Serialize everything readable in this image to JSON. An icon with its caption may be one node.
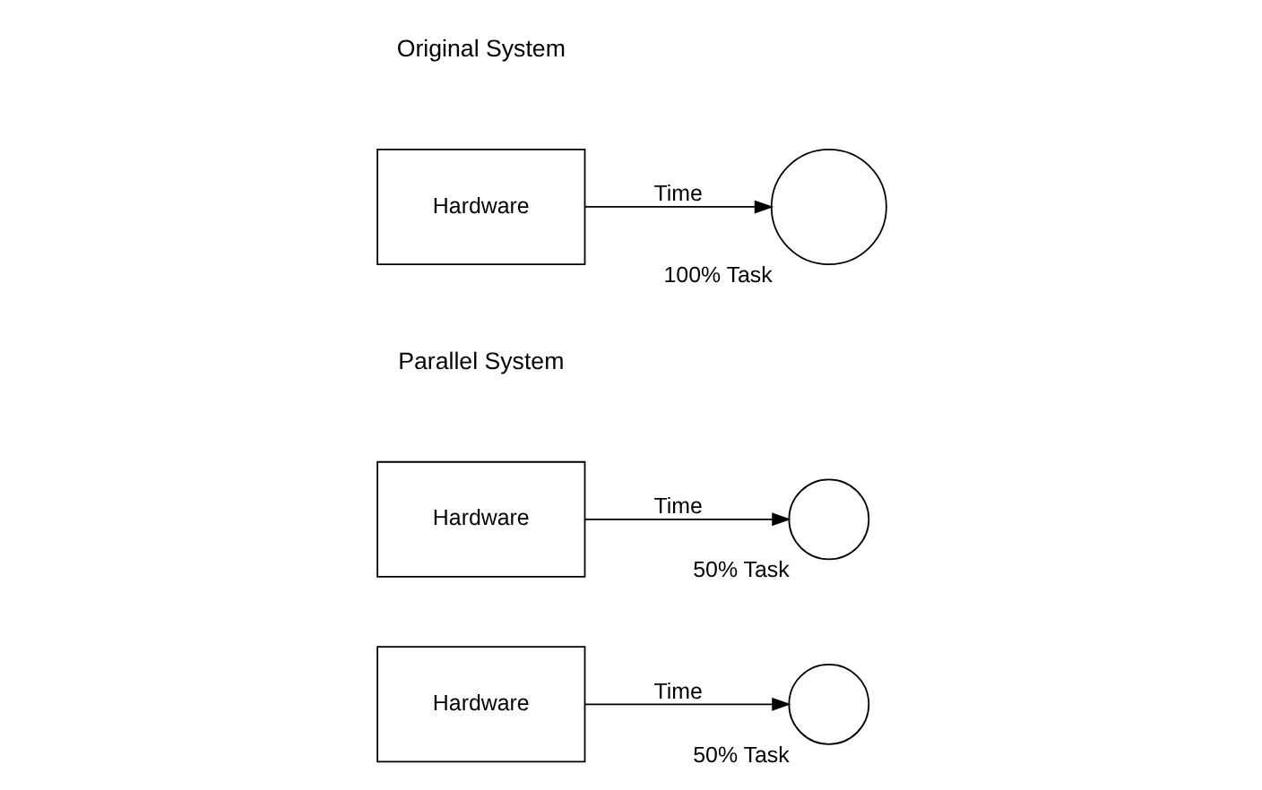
{
  "diagram": {
    "nodes": [
      {
        "text": [
          "Hardware"
        ]
      },
      {
        "text": [],
        "shape": "circle",
        "beside": [
          "100% Task"
        ]
      },
      {
        "text": [
          "Hardware"
        ]
      },
      {
        "text": [],
        "shape": "semicircle",
        "beside": [
          "50% Task"
        ]
      },
      {
        "text": [
          "Hardware"
        ]
      },
      {
        "text": [],
        "shape": "semicircle",
        "beside": [
          "50% Task"
        ]
      }
    ],
    "edges": [
      {
        "from": 0,
        "to": 1,
        "arrow": "to",
        "label": "Time"
      },
      {
        "from": 2,
        "to": 3,
        "arrow": "to",
        "label": "Time"
      },
      {
        "from": 4,
        "to": 5,
        "arrow": "to",
        "label": "Time"
      }
    ],
    "labels": [
      "Original System",
      "Parallel System"
    ]
  }
}
